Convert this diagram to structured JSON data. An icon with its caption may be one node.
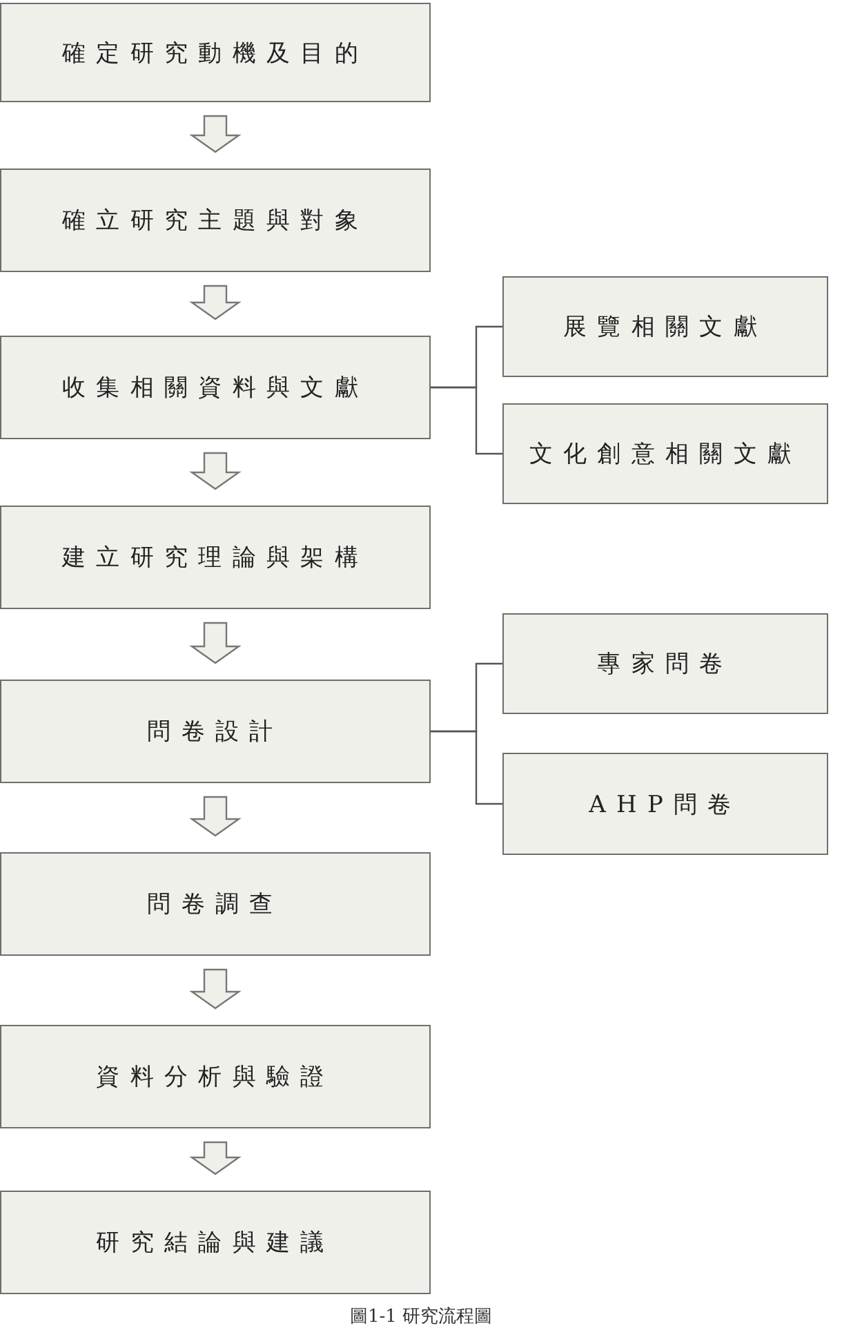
{
  "diagram": {
    "caption": "圖1-1 研究流程圖",
    "nodes": [
      {
        "text": [
          "確定研究動機及目的"
        ]
      },
      {
        "text": [
          "確立研究主題與對象"
        ]
      },
      {
        "text": [
          "收集相關資料與文獻"
        ]
      },
      {
        "text": [
          "展覽相關文獻"
        ]
      },
      {
        "text": [
          "文化創意相關文獻"
        ]
      },
      {
        "text": [
          "建立研究理論與架構"
        ]
      },
      {
        "text": [
          "問卷設計"
        ]
      },
      {
        "text": [
          "專家問卷"
        ]
      },
      {
        "text": [
          "AHP問卷"
        ]
      },
      {
        "text": [
          "問卷調查"
        ]
      },
      {
        "text": [
          "資料分析與驗證"
        ]
      },
      {
        "text": [
          "研究結論與建議"
        ]
      }
    ],
    "edges": [
      {
        "from": 0,
        "to": 1,
        "arrow": "to"
      },
      {
        "from": 1,
        "to": 2,
        "arrow": "to"
      },
      {
        "from": 2,
        "to": 3,
        "arrow": "none"
      },
      {
        "from": 2,
        "to": 4,
        "arrow": "none"
      },
      {
        "from": 2,
        "to": 5,
        "arrow": "to"
      },
      {
        "from": 5,
        "to": 6,
        "arrow": "to"
      },
      {
        "from": 6,
        "to": 7,
        "arrow": "none"
      },
      {
        "from": 6,
        "to": 8,
        "arrow": "none"
      },
      {
        "from": 6,
        "to": 9,
        "arrow": "to"
      },
      {
        "from": 9,
        "to": 10,
        "arrow": "to"
      },
      {
        "from": 10,
        "to": 11,
        "arrow": "to"
      }
    ]
  }
}
